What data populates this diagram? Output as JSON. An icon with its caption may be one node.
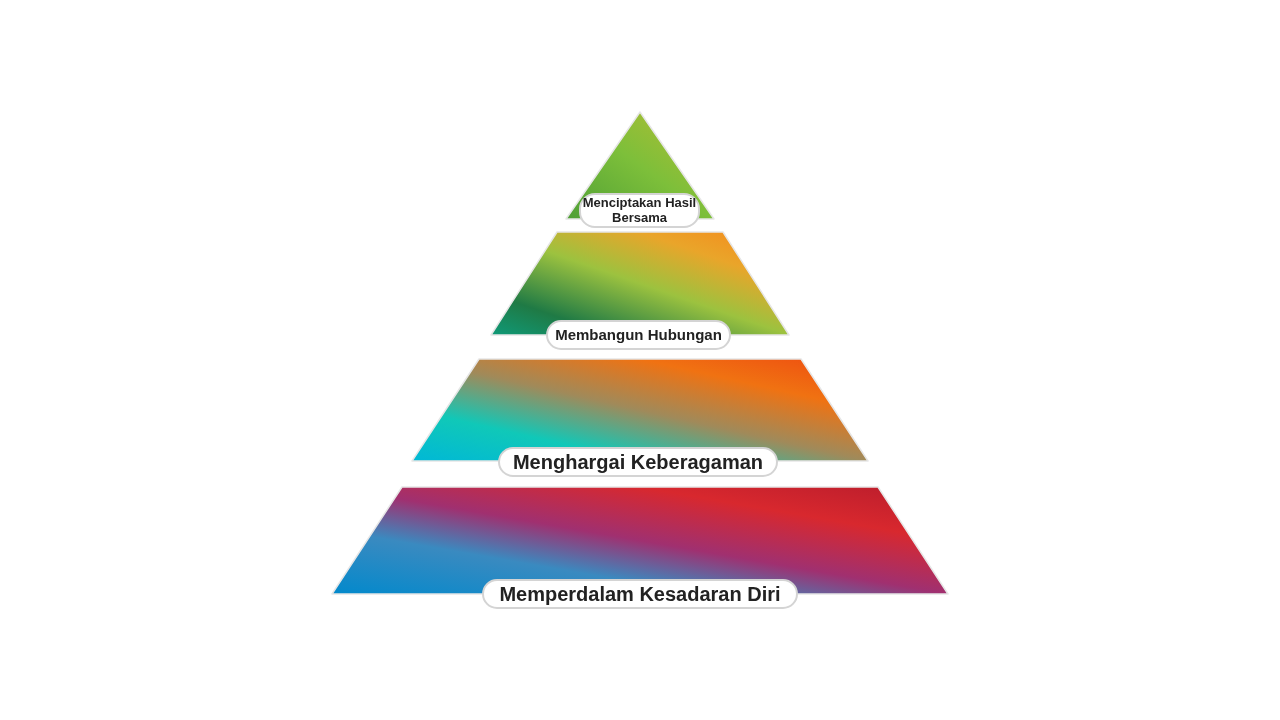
{
  "diagram": {
    "nodes": [
      {
        "text": [
          "Menciptakan Hasil Bersama"
        ]
      },
      {
        "text": [
          "Membangun Hubungan"
        ]
      },
      {
        "text": [
          "Menghargai Keberagaman"
        ]
      },
      {
        "text": [
          "Memperdalam Kesadaran Diri"
        ]
      }
    ]
  }
}
